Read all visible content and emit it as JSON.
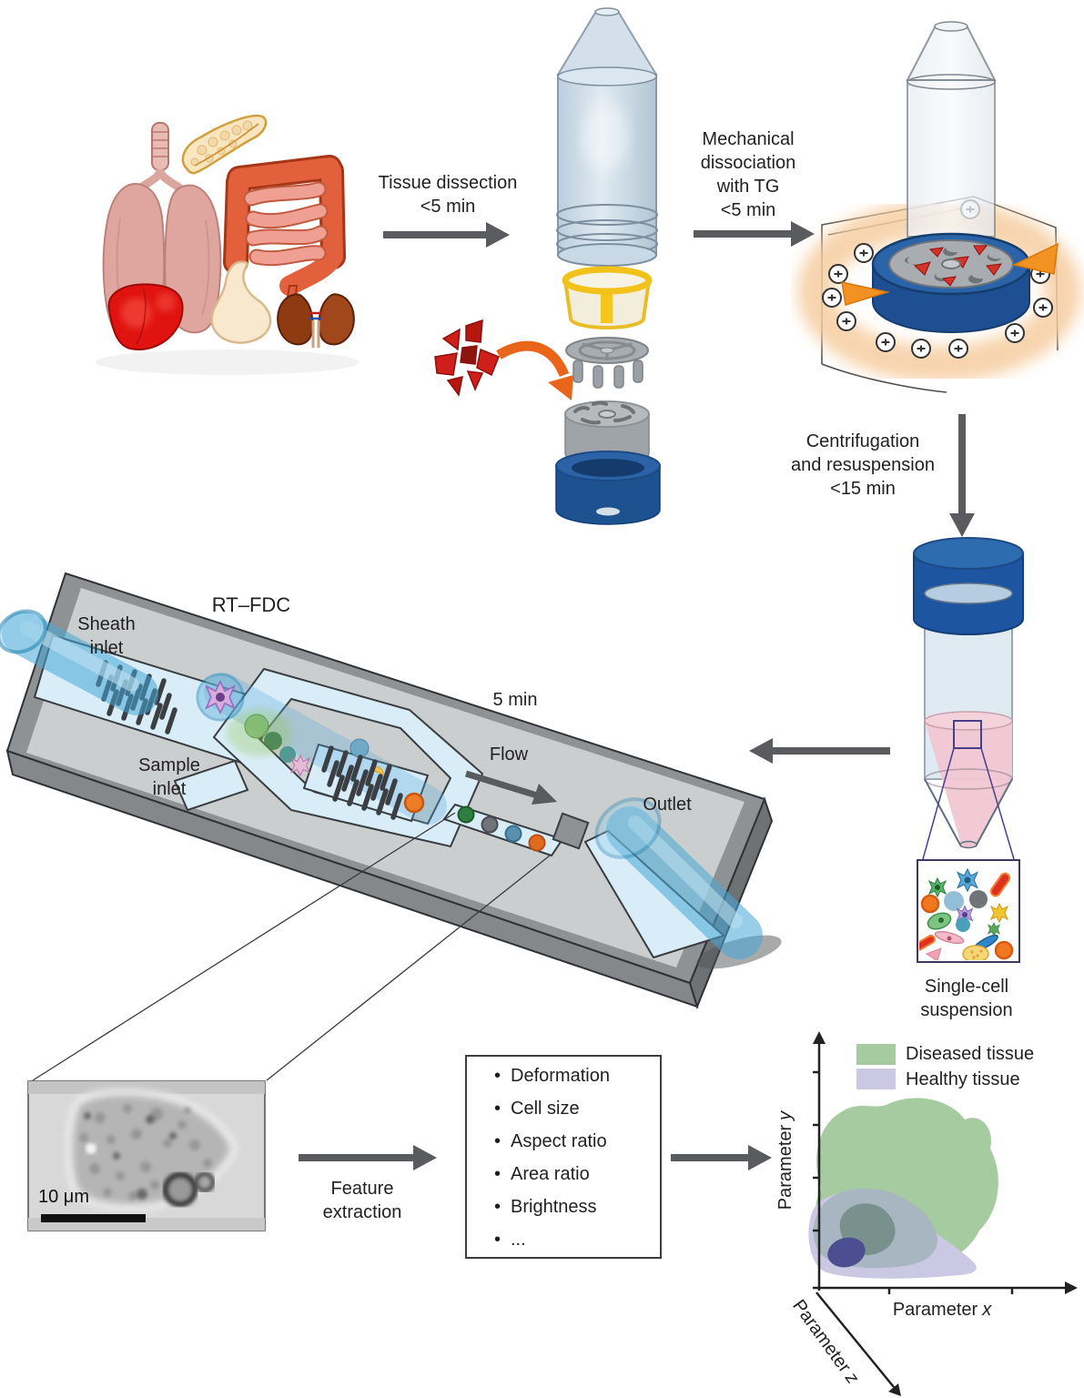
{
  "steps": {
    "tissue_dissection": "Tissue dissection\n<5 min",
    "mechanical_dissociation": "Mechanical\ndissociation\nwith TG\n<5 min",
    "centrifugation": "Centrifugation\nand resuspension\n<15 min",
    "chip_runtime": "5 min",
    "feature_extraction": "Feature\nextraction"
  },
  "chip": {
    "name": "RT–FDC",
    "sheath_inlet": "Sheath\ninlet",
    "sample_inlet": "Sample\ninlet",
    "flow": "Flow",
    "outlet": "Outlet"
  },
  "suspension_label": "Single-cell suspension",
  "cell_image": {
    "scale_bar": "10 μm"
  },
  "features_box": {
    "bullet": "•",
    "items": [
      "Deformation",
      "Cell size",
      "Aspect ratio",
      "Area ratio",
      "Brightness",
      "..."
    ]
  },
  "plot": {
    "axis_word": "Parameter",
    "x_var": "x",
    "y_var": "y",
    "z_var": "z",
    "legend": [
      {
        "label": "Diseased tissue",
        "color": "#a6cba1"
      },
      {
        "label": "Healthy tissue",
        "color": "#cbc8e4"
      }
    ]
  },
  "colors": {
    "arrow": "#595b5e",
    "channel": "#d9edf9",
    "tube_blue": "#46a7d6",
    "cap_blue": "#1d518f",
    "strainer_yellow": "#f2c21a",
    "tissue_red": "#cf1f1a",
    "highlight_orange": "#e8651a"
  }
}
